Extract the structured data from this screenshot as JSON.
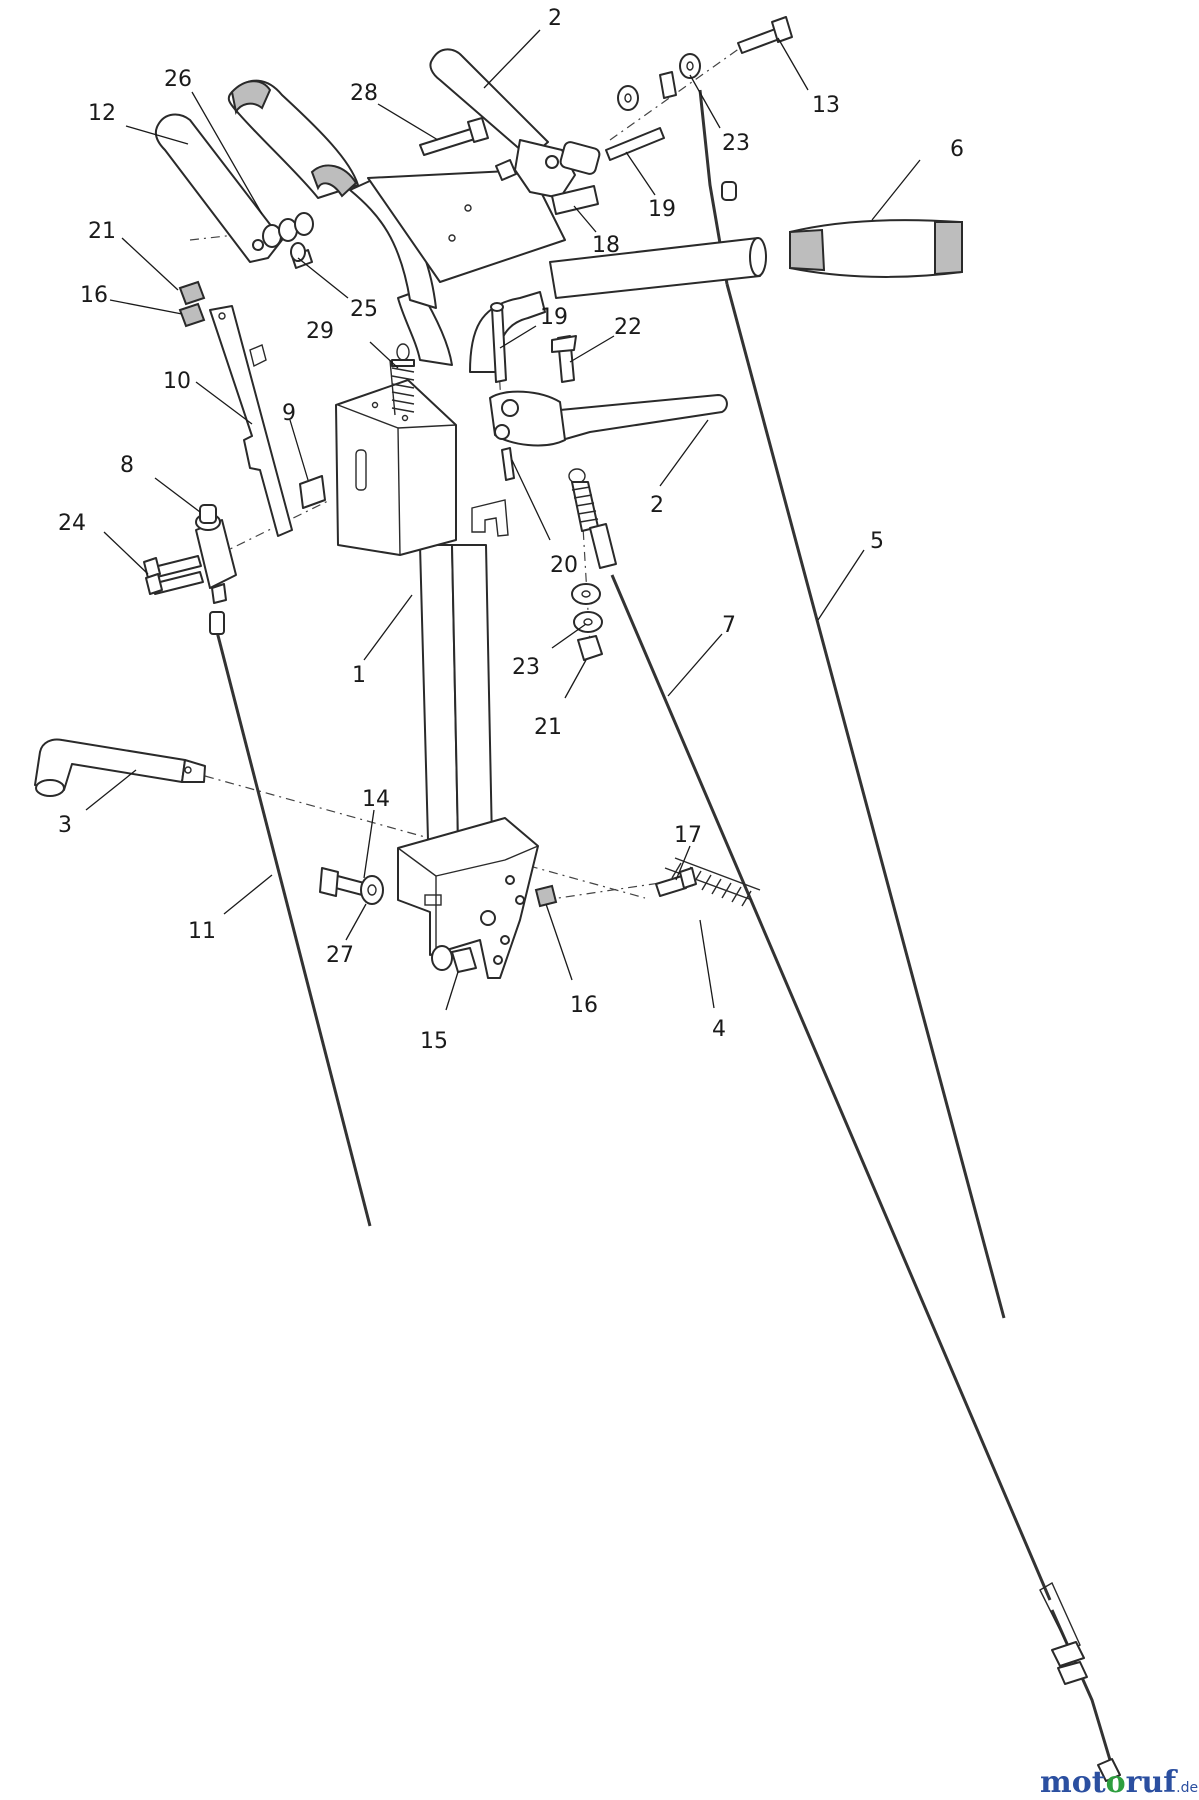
{
  "callouts": [
    "2",
    "26",
    "28",
    "13",
    "12",
    "23",
    "6",
    "21",
    "19",
    "18",
    "16",
    "25",
    "19",
    "22",
    "29",
    "10",
    "9",
    "8",
    "2",
    "24",
    "5",
    "20",
    "1",
    "23",
    "7",
    "21",
    "3",
    "14",
    "17",
    "11",
    "27",
    "16",
    "4",
    "15"
  ],
  "watermark": {
    "text_a": "mot",
    "text_b": "o",
    "text_c": "ruf",
    "suffix": ".de",
    "colors": {
      "primary": "#2b4fa0",
      "accent": "#2e9e3f"
    }
  }
}
